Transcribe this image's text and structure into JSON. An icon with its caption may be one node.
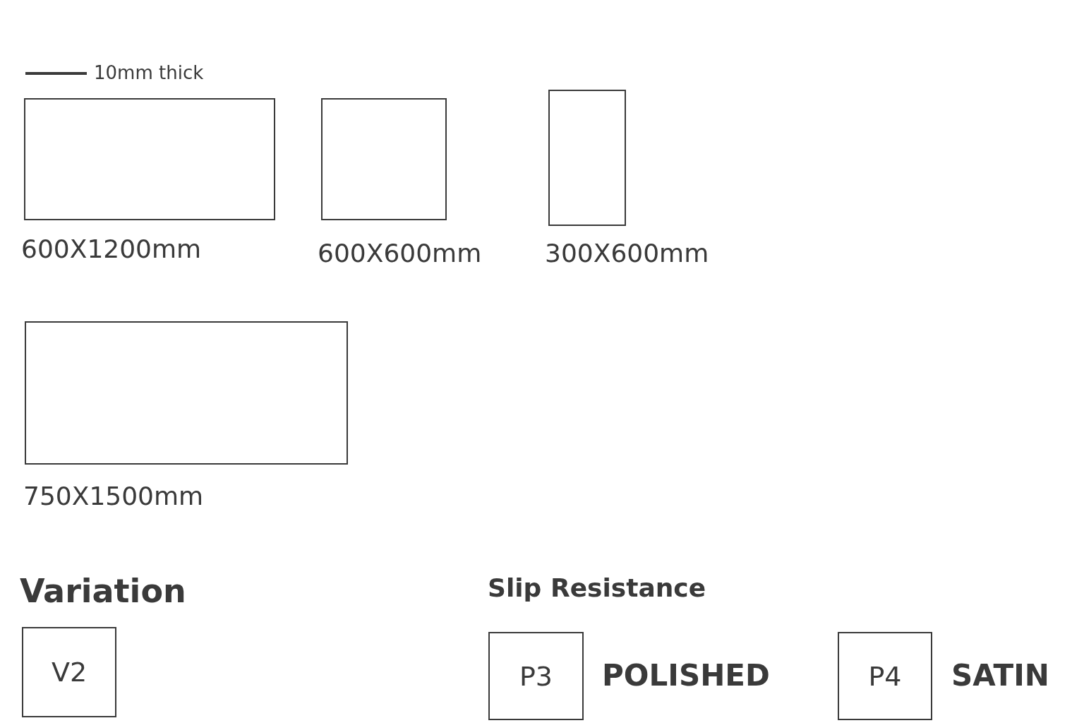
{
  "diagram": {
    "nodes": [
      {
        "text": [],
        "shape": "box",
        "beside": [
          "600X1200mm"
        ]
      },
      {
        "text": [],
        "shape": "box",
        "beside": [
          "600X600mm"
        ]
      },
      {
        "text": [],
        "shape": "box",
        "beside": [
          "300X600mm"
        ]
      },
      {
        "text": [],
        "shape": "box",
        "beside": [
          "750X1500mm"
        ]
      },
      {
        "text": [
          "V2"
        ]
      },
      {
        "text": [
          "P3"
        ],
        "beside": [
          "POLISHED"
        ]
      },
      {
        "text": [
          "P4"
        ],
        "beside": [
          "SATIN"
        ]
      }
    ],
    "labels": [
      "Variation",
      "Slip Resistance"
    ],
    "legend": [
      {
        "text": "10mm thick"
      }
    ]
  }
}
